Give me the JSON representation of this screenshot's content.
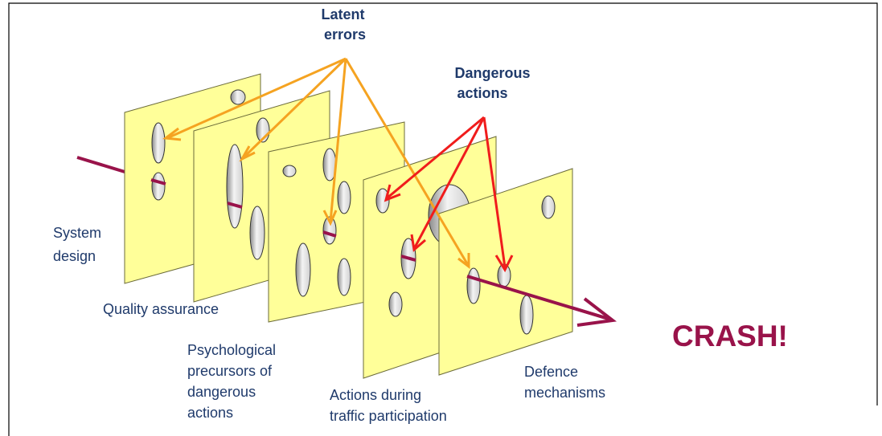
{
  "labels": {
    "latent_errors": [
      "Latent",
      "errors"
    ],
    "dangerous_actions": [
      "Dangerous",
      "actions"
    ],
    "system_design": [
      "System",
      "design"
    ],
    "quality_assurance": [
      "Quality assurance"
    ],
    "psychological_precursors": [
      "Psychological",
      "precursors of",
      "dangerous",
      "actions"
    ],
    "actions_during_traffic": [
      "Actions during",
      "traffic participation"
    ],
    "defence_mechanisms": [
      "Defence",
      "mechanisms"
    ],
    "crash": "CRASH!"
  },
  "colors": {
    "slice_fill": "#ffff99",
    "latent_arrow": "#f5a321",
    "dangerous_arrow": "#f01c1c",
    "trajectory": "#99134a",
    "crash_text": "#99134a",
    "label_text": "#1f3a6b"
  }
}
